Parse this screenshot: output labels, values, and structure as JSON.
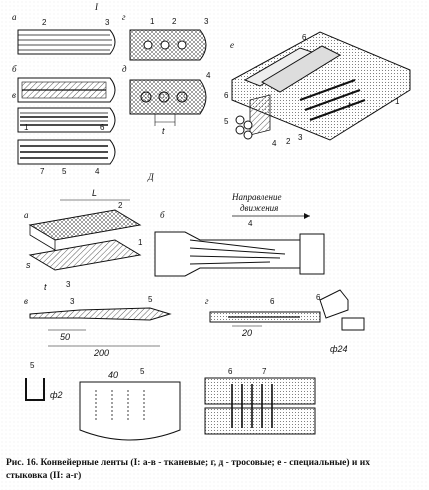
{
  "figure": {
    "section_1": "I",
    "section_2": "Д",
    "direction_label_line1": "Направление",
    "direction_label_line2": "движения",
    "panel_labels": {
      "a_top": "а",
      "b_top": "б",
      "v_top": "в",
      "g_top": "г",
      "d_top": "д",
      "e_top": "е",
      "a_bottom": "а",
      "b_bottom": "б",
      "v_bottom": "в",
      "g_bottom": "г"
    },
    "part_numbers": [
      "1",
      "2",
      "3",
      "4",
      "5",
      "6",
      "7"
    ],
    "dimensions": {
      "L": "L",
      "t": "t",
      "s": "s",
      "dim_50": "50",
      "dim_200": "200",
      "dim_20": "20",
      "dim_40": "40",
      "phi2": "ф2",
      "phi24": "ф24"
    }
  },
  "caption": {
    "line1": "Рис. 16. Конвейерные ленты (I: а-в - тканевые; г, д - тросовые; е - специальные) и их",
    "line2": "стыковка (II: а-г)"
  }
}
